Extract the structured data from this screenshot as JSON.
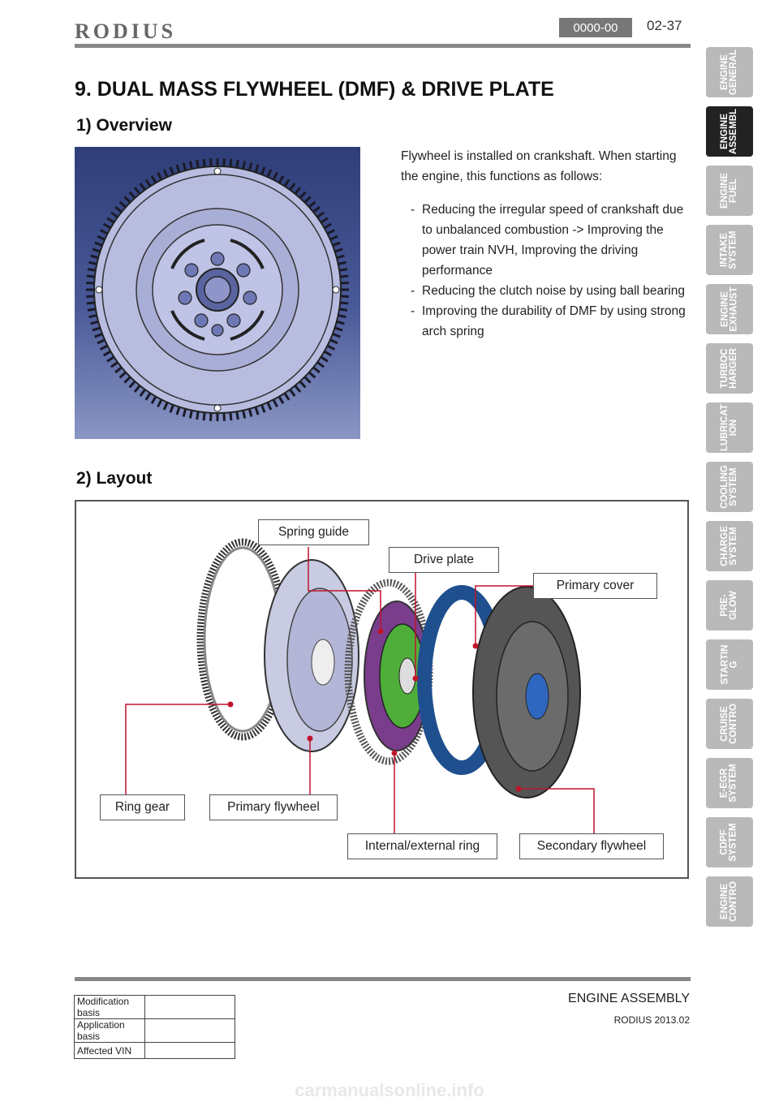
{
  "header": {
    "brand": "RODIUS",
    "section_code": "0000-00",
    "page_number": "02-37"
  },
  "title": "9. DUAL MASS FLYWHEEL (DMF) & DRIVE PLATE",
  "overview": {
    "heading": "1) Overview",
    "intro": "Flywheel is installed on crankshaft. When starting the engine, this functions as follows:",
    "bullets": [
      "Reducing the irregular speed of crankshaft due to unbalanced combustion -> Improving the power train NVH, Improving the driving performance",
      "Reducing the clutch noise by using ball bearing",
      "Improving the durability of DMF by using strong arch spring"
    ]
  },
  "layout": {
    "heading": "2) Layout",
    "labels": {
      "spring_guide": "Spring guide",
      "drive_plate": "Drive plate",
      "primary_cover": "Primary cover",
      "ring_gear": "Ring gear",
      "primary_flywheel": "Primary flywheel",
      "internal_external_ring": "Internal/external ring",
      "secondary_flywheel": "Secondary flywheel"
    }
  },
  "side_tabs": [
    {
      "label": "ENGINE\nGENERAL",
      "active": false
    },
    {
      "label": "ENGINE\nASSEMBL",
      "active": true
    },
    {
      "label": "ENGINE\nFUEL",
      "active": false
    },
    {
      "label": "INTAKE\nSYSTEM",
      "active": false
    },
    {
      "label": "ENGINE\nEXHAUST",
      "active": false
    },
    {
      "label": "TURBOC\nHARGER",
      "active": false
    },
    {
      "label": "LUBRICAT\nION",
      "active": false
    },
    {
      "label": "COOLING\nSYSTEM",
      "active": false
    },
    {
      "label": "CHARGE\nSYSTEM",
      "active": false
    },
    {
      "label": "PRE-\nGLOW",
      "active": false
    },
    {
      "label": "STARTIN\nG",
      "active": false
    },
    {
      "label": "CRUISE\nCONTRO",
      "active": false
    },
    {
      "label": "E-EGR\nSYSTEM",
      "active": false
    },
    {
      "label": "CDPF\nSYSTEM",
      "active": false
    },
    {
      "label": "ENGINE\nCONTRO",
      "active": false
    }
  ],
  "footer": {
    "title": "ENGINE ASSEMBLY",
    "subtitle": "RODIUS 2013.02",
    "table": [
      {
        "label": "Modification basis",
        "value": ""
      },
      {
        "label": "Application basis",
        "value": ""
      },
      {
        "label": "Affected VIN",
        "value": ""
      }
    ]
  },
  "watermark": "carmanualsonline.info",
  "colors": {
    "tab_inactive": "#b9b9b9",
    "tab_active": "#222222",
    "callout_line": "#c0142c",
    "photo_bg": "#3a4a88"
  }
}
